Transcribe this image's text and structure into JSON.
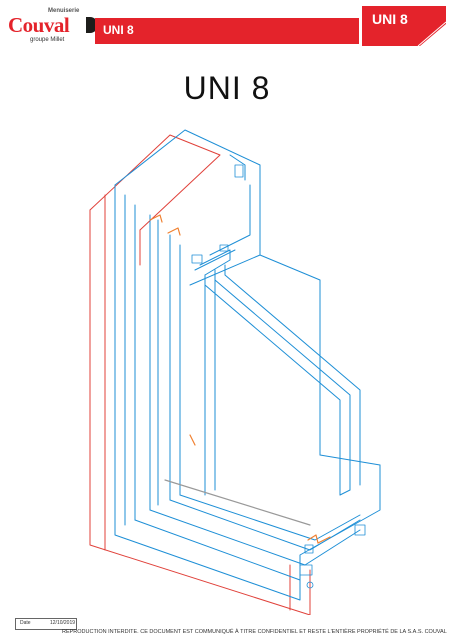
{
  "header": {
    "logo_top": "Menuiserie",
    "logo_main": "Couval",
    "logo_sub": "groupe Millet",
    "band_title": "UNI 8",
    "tab_title": "UNI 8"
  },
  "title": "UNI 8",
  "footer": {
    "date_label": "Date",
    "date_value": "12/10/2019",
    "notice": "REPRODUCTION INTERDITE. CE DOCUMENT EST COMMUNIQUÉ À TITRE CONFIDENTIEL ET RESTE L'ENTIÈRE PROPRIÉTÉ DE LA S.A.S. COUVAL"
  },
  "colors": {
    "brand_red": "#e4232b",
    "frame_blue": "#1e8fd6",
    "frame_red": "#e0413a",
    "gasket_orange": "#f08030"
  }
}
